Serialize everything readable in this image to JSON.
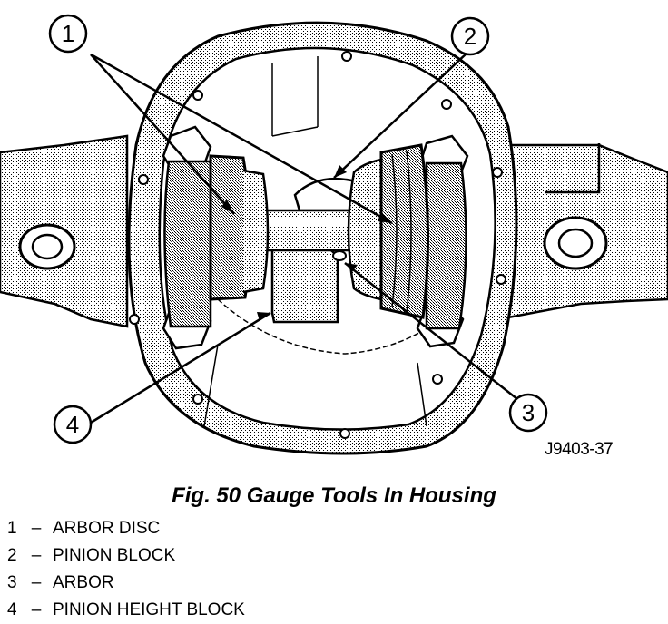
{
  "figure": {
    "callouts": [
      {
        "number": "1"
      },
      {
        "number": "2"
      },
      {
        "number": "3"
      },
      {
        "number": "4"
      }
    ],
    "reference_code": "J9403-37"
  },
  "caption": "Fig. 50 Gauge Tools In Housing",
  "legend": [
    {
      "number": "1",
      "separator": "–",
      "label": "ARBOR DISC"
    },
    {
      "number": "2",
      "separator": "–",
      "label": "PINION BLOCK"
    },
    {
      "number": "3",
      "separator": "–",
      "label": "ARBOR"
    },
    {
      "number": "4",
      "separator": "–",
      "label": "PINION HEIGHT BLOCK"
    }
  ]
}
